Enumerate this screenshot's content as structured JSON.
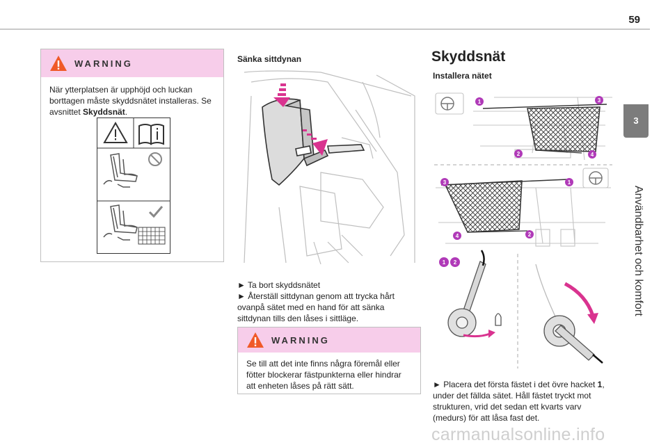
{
  "page": {
    "number": "59",
    "chapter_number": "3",
    "chapter_title": "Användbarhet och komfort"
  },
  "warning_left": {
    "title": "WARNING",
    "text_before_bold": "När ytterplatsen är upphöjd och luckan borttagen måste skyddsnätet installeras. Se avsnittet ",
    "text_bold": "Skyddsnät",
    "text_after_bold": "."
  },
  "middle": {
    "title": "Sänka sittdynan",
    "bullets": [
      "► Ta bort skyddsnätet",
      "► Återställ sittdynan genom att trycka hårt ovanpå sätet med en hand för att sänka sittdynan tills den låses i sittläge."
    ]
  },
  "warning_middle": {
    "title": "WARNING",
    "text": "Se till att det inte finns några föremål eller fötter blockerar fästpunkterna eller hindrar att enheten låses på rätt sätt."
  },
  "right": {
    "section_title": "Skyddsnät",
    "subtitle": "Installera nätet",
    "callouts_top": [
      "1",
      "3",
      "2",
      "4"
    ],
    "callouts_mid": [
      "3",
      "1",
      "4",
      "2"
    ],
    "callouts_detail": [
      "1",
      "2"
    ],
    "instruction_before_bold": "► Placera det första fästet i det övre hacket ",
    "instruction_bold": "1",
    "instruction_after_bold": ", under det fällda sätet. Håll fästet tryckt mot strukturen, vrid det sedan ett kvarts varv (medurs) för att låsa fast det."
  },
  "watermark": "carmanualsonline.info",
  "colors": {
    "warning_header": "#f7cdea",
    "callout_purple": "#b03ab8",
    "arrow_magenta": "#d9338f",
    "chapter_tab": "#7c7c7c"
  }
}
